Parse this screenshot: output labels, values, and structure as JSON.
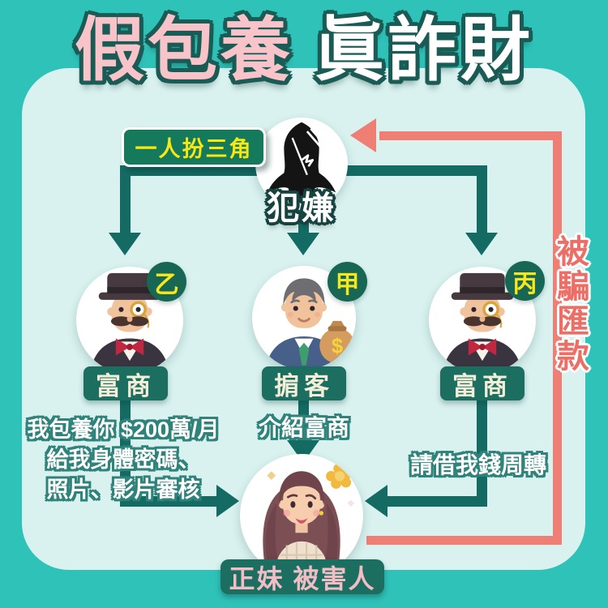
{
  "title": {
    "pink": "假包養",
    "white": "眞詐財"
  },
  "scheme_label": "一人扮三角",
  "suspect": {
    "name": "犯嫌"
  },
  "persons": [
    {
      "badge": "乙",
      "role": "富商",
      "message": "我包養你 $200萬/月\n給我身體密碼、\n照片、影片審核"
    },
    {
      "badge": "甲",
      "role": "掮客",
      "message": "介紹富商"
    },
    {
      "badge": "丙",
      "role": "富商",
      "message": "請借我錢周轉"
    }
  ],
  "victim": {
    "name": "正妹 被害人"
  },
  "remit_label": "被\n騙\n匯\n款",
  "money_bag_symbol": "$",
  "colors": {
    "outer_teal": "#2fc2b9",
    "panel_mint": "#d9f2f0",
    "arrow_teal": "#146b64",
    "arrow_red": "#ef7e75",
    "label_green": "#1c6e60",
    "badge_green": "#186654",
    "badge_yellow": "#f7e71b",
    "title_pink": "#f9c3ca",
    "title_outline": "#1a5b55",
    "victim_label_pink": "#f3bdc6"
  },
  "icons": {
    "suspect": "hooded-figure-icon",
    "merchant": "rich-merchant-icon",
    "broker": "broker-icon",
    "money_bag": "money-bag-icon",
    "victim": "woman-icon",
    "flower": "flower-icon"
  }
}
